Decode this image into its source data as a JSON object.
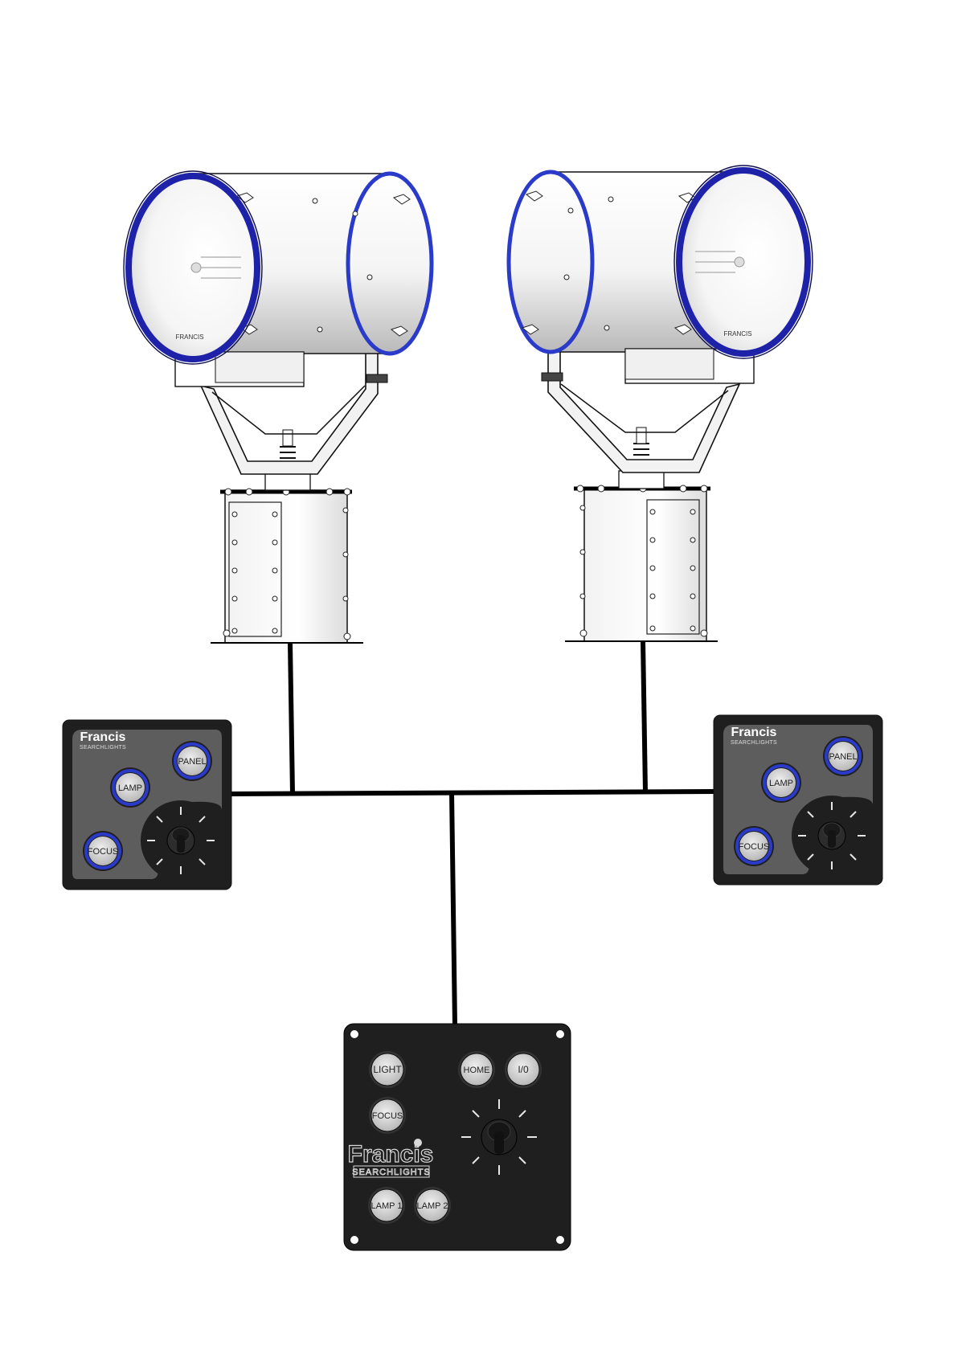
{
  "colors": {
    "panel": "#1f1f1f",
    "panel_face": "#5d5d5d",
    "ring": "#2a3bc9",
    "lens_ring": "#1e22a8",
    "button_face": "#d8d8d8",
    "cable": "#000000"
  },
  "icons": [
    "joystick-icon",
    "mounting-hole-icon"
  ],
  "searchlights": [
    {
      "lens_stamp": "FRANCIS"
    },
    {
      "lens_stamp": "FRANCIS"
    }
  ],
  "side_panels": [
    {
      "brand": "Francis",
      "brand_sub": "SEARCHLIGHTS",
      "buttons": {
        "panel": "PANEL",
        "lamp": "LAMP",
        "focus": "FOCUS"
      }
    },
    {
      "brand": "Francis",
      "brand_sub": "SEARCHLIGHTS",
      "buttons": {
        "panel": "PANEL",
        "lamp": "LAMP",
        "focus": "FOCUS"
      }
    }
  ],
  "master_panel": {
    "brand": "Francis",
    "brand_sub": "SEARCHLIGHTS",
    "buttons": {
      "light": "LIGHT",
      "home": "HOME",
      "power": "I/0",
      "focus": "FOCUS",
      "lamp1": "LAMP 1",
      "lamp2": "LAMP 2"
    }
  }
}
